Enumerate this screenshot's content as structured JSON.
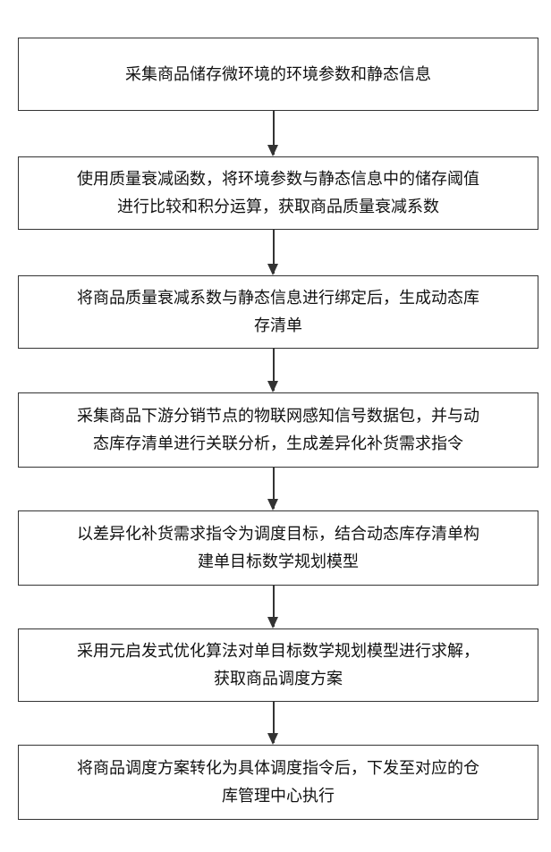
{
  "steps": [
    "采集商品储存微环境的环境参数和静态信息",
    "使用质量衰减函数，将环境参数与静态信息中的储存阈值进行比较和积分运算，获取商品质量衰减系数",
    "将商品质量衰减系数与静态信息进行绑定后，生成动态库存清单",
    "采集商品下游分销节点的物联网感知信号数据包，并与动态库存清单进行关联分析，生成差异化补货需求指令",
    "以差异化补货需求指令为调度目标，结合动态库存清单构建单目标数学规划模型",
    "采用元启发式优化算法对单目标数学规划模型进行求解，获取商品调度方案",
    "将商品调度方案转化为具体调度指令后，下发至对应的仓库管理中心执行"
  ]
}
